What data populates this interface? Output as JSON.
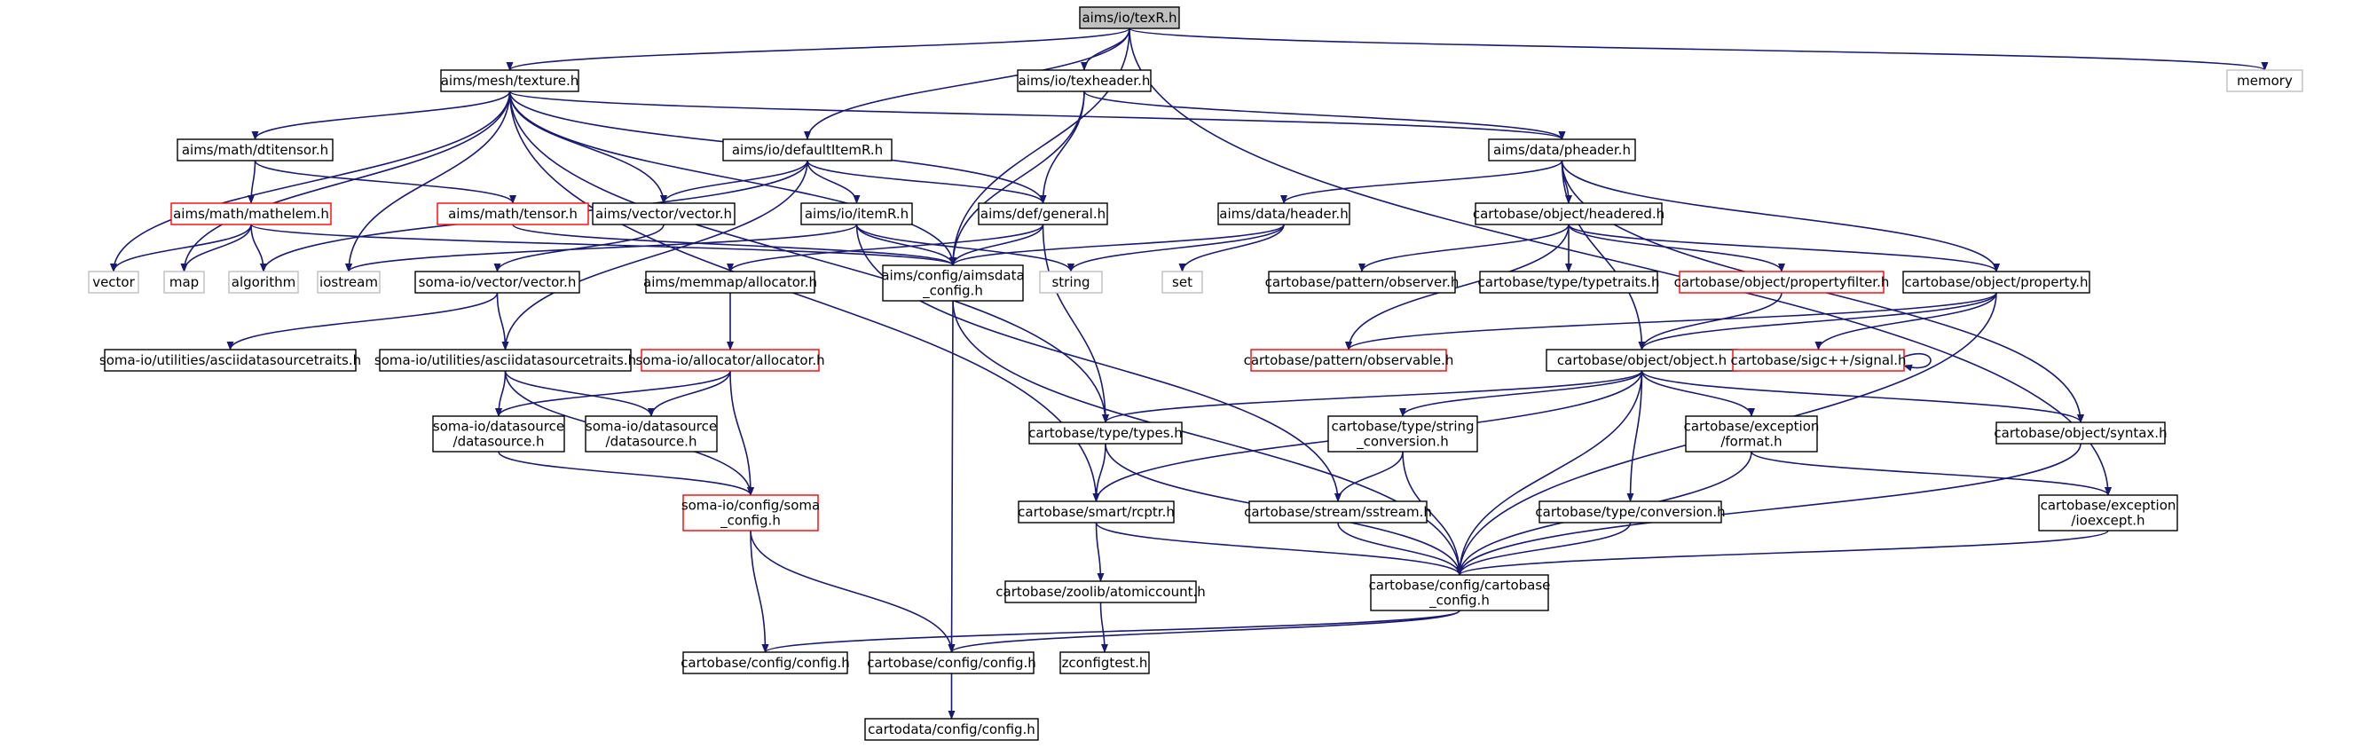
{
  "colors": {
    "edge": "#191970",
    "box_border": "#000000",
    "box_border_truncated": "#ff0000",
    "box_border_external": "#bfbfbf",
    "root_fill": "#bfbfbf",
    "box_fill": "#ffffff"
  },
  "nodes": [
    {
      "id": "texR",
      "lines": [
        "aims/io/texR.h"
      ],
      "style": "root"
    },
    {
      "id": "texture",
      "lines": [
        "aims/mesh/texture.h"
      ],
      "style": "normal"
    },
    {
      "id": "texheader",
      "lines": [
        "aims/io/texheader.h"
      ],
      "style": "normal"
    },
    {
      "id": "memory",
      "lines": [
        "memory"
      ],
      "style": "external"
    },
    {
      "id": "dtitensor",
      "lines": [
        "aims/math/dtitensor.h"
      ],
      "style": "normal"
    },
    {
      "id": "defaultItemR",
      "lines": [
        "aims/io/defaultItemR.h"
      ],
      "style": "normal"
    },
    {
      "id": "pheader",
      "lines": [
        "aims/data/pheader.h"
      ],
      "style": "normal"
    },
    {
      "id": "mathelem",
      "lines": [
        "aims/math/mathelem.h"
      ],
      "style": "truncated"
    },
    {
      "id": "tensor",
      "lines": [
        "aims/math/tensor.h"
      ],
      "style": "truncated"
    },
    {
      "id": "aimsvector",
      "lines": [
        "aims/vector/vector.h"
      ],
      "style": "normal"
    },
    {
      "id": "itemR",
      "lines": [
        "aims/io/itemR.h"
      ],
      "style": "normal"
    },
    {
      "id": "general",
      "lines": [
        "aims/def/general.h"
      ],
      "style": "normal"
    },
    {
      "id": "header",
      "lines": [
        "aims/data/header.h"
      ],
      "style": "normal"
    },
    {
      "id": "headered",
      "lines": [
        "cartobase/object/headered.h"
      ],
      "style": "normal"
    },
    {
      "id": "vector",
      "lines": [
        "vector"
      ],
      "style": "external"
    },
    {
      "id": "map",
      "lines": [
        "map"
      ],
      "style": "external"
    },
    {
      "id": "algorithm",
      "lines": [
        "algorithm"
      ],
      "style": "external"
    },
    {
      "id": "iostream",
      "lines": [
        "iostream"
      ],
      "style": "external"
    },
    {
      "id": "somavector",
      "lines": [
        "soma-io/vector/vector.h"
      ],
      "style": "normal"
    },
    {
      "id": "aimsdata_config",
      "lines": [
        "aims/config/aimsdata",
        "_config.h"
      ],
      "style": "normal"
    },
    {
      "id": "string",
      "lines": [
        "string"
      ],
      "style": "external"
    },
    {
      "id": "set",
      "lines": [
        "set"
      ],
      "style": "external"
    },
    {
      "id": "observer",
      "lines": [
        "cartobase/pattern/observer.h"
      ],
      "style": "normal"
    },
    {
      "id": "typetraits",
      "lines": [
        "cartobase/type/typetraits.h"
      ],
      "style": "normal"
    },
    {
      "id": "propertyfilter",
      "lines": [
        "cartobase/object/propertyfilter.h"
      ],
      "style": "truncated"
    },
    {
      "id": "property",
      "lines": [
        "cartobase/object/property.h"
      ],
      "style": "normal"
    },
    {
      "id": "memmap_allocator",
      "lines": [
        "aims/memmap/allocator.h"
      ],
      "style": "normal"
    },
    {
      "id": "utils_adst1",
      "lines": [
        "soma-io/utilities/asciidatasourcetraits.h"
      ],
      "style": "normal"
    },
    {
      "id": "utils_adst2",
      "lines": [
        "soma-io/utilities/asciidatasourcetraits.h"
      ],
      "style": "normal"
    },
    {
      "id": "soma_allocator",
      "lines": [
        "soma-io/allocator/allocator.h"
      ],
      "style": "truncated"
    },
    {
      "id": "observable",
      "lines": [
        "cartobase/pattern/observable.h"
      ],
      "style": "truncated"
    },
    {
      "id": "object",
      "lines": [
        "cartobase/object/object.h"
      ],
      "style": "normal"
    },
    {
      "id": "signal",
      "lines": [
        "cartobase/sigc++/signal.h"
      ],
      "style": "truncated"
    },
    {
      "id": "datasource1",
      "lines": [
        "soma-io/datasource",
        "/datasource.h"
      ],
      "style": "normal"
    },
    {
      "id": "datasource2",
      "lines": [
        "soma-io/datasource",
        "/datasource.h"
      ],
      "style": "normal"
    },
    {
      "id": "types",
      "lines": [
        "cartobase/type/types.h"
      ],
      "style": "normal"
    },
    {
      "id": "string_conversion",
      "lines": [
        "cartobase/type/string",
        "_conversion.h"
      ],
      "style": "normal"
    },
    {
      "id": "format",
      "lines": [
        "cartobase/exception",
        "/format.h"
      ],
      "style": "normal"
    },
    {
      "id": "syntax",
      "lines": [
        "cartobase/object/syntax.h"
      ],
      "style": "normal"
    },
    {
      "id": "soma_config",
      "lines": [
        "soma-io/config/soma",
        "_config.h"
      ],
      "style": "truncated"
    },
    {
      "id": "rcptr",
      "lines": [
        "cartobase/smart/rcptr.h"
      ],
      "style": "normal"
    },
    {
      "id": "sstream",
      "lines": [
        "cartobase/stream/sstream.h"
      ],
      "style": "normal"
    },
    {
      "id": "conversion",
      "lines": [
        "cartobase/type/conversion.h"
      ],
      "style": "normal"
    },
    {
      "id": "ioexcept",
      "lines": [
        "cartobase/exception",
        "/ioexcept.h"
      ],
      "style": "normal"
    },
    {
      "id": "atomiccount",
      "lines": [
        "cartobase/zoolib/atomiccount.h"
      ],
      "style": "normal"
    },
    {
      "id": "cartobase_config",
      "lines": [
        "cartobase/config/cartobase",
        "_config.h"
      ],
      "style": "normal"
    },
    {
      "id": "config_a",
      "lines": [
        "cartobase/config/config.h"
      ],
      "style": "normal"
    },
    {
      "id": "config_b",
      "lines": [
        "cartobase/config/config.h"
      ],
      "style": "normal"
    },
    {
      "id": "zconfigtest",
      "lines": [
        "zconfigtest.h"
      ],
      "style": "normal"
    },
    {
      "id": "cartodata_config",
      "lines": [
        "cartodata/config/config.h"
      ],
      "style": "normal"
    }
  ],
  "edges": [
    [
      "texR",
      "texture"
    ],
    [
      "texR",
      "texheader"
    ],
    [
      "texR",
      "memory"
    ],
    [
      "texR",
      "defaultItemR"
    ],
    [
      "texR",
      "aimsdata_config"
    ],
    [
      "texR",
      "ioexcept"
    ],
    [
      "texture",
      "dtitensor"
    ],
    [
      "texture",
      "vector"
    ],
    [
      "texture",
      "map"
    ],
    [
      "texture",
      "iostream"
    ],
    [
      "texture",
      "aimsvector"
    ],
    [
      "texture",
      "general"
    ],
    [
      "texture",
      "aimsdata_config"
    ],
    [
      "texture",
      "pheader"
    ],
    [
      "texture",
      "types"
    ],
    [
      "texture",
      "rcptr"
    ],
    [
      "texheader",
      "pheader"
    ],
    [
      "texheader",
      "general"
    ],
    [
      "texheader",
      "aimsdata_config"
    ],
    [
      "dtitensor",
      "mathelem"
    ],
    [
      "dtitensor",
      "tensor"
    ],
    [
      "mathelem",
      "vector"
    ],
    [
      "mathelem",
      "map"
    ],
    [
      "mathelem",
      "algorithm"
    ],
    [
      "mathelem",
      "aimsdata_config"
    ],
    [
      "tensor",
      "aimsdata_config"
    ],
    [
      "defaultItemR",
      "itemR"
    ],
    [
      "defaultItemR",
      "aimsvector"
    ],
    [
      "defaultItemR",
      "general"
    ],
    [
      "defaultItemR",
      "algorithm"
    ],
    [
      "defaultItemR",
      "utils_adst2"
    ],
    [
      "itemR",
      "aimsdata_config"
    ],
    [
      "itemR",
      "iostream"
    ],
    [
      "itemR",
      "string"
    ],
    [
      "itemR",
      "sstream"
    ],
    [
      "general",
      "aimsdata_config"
    ],
    [
      "general",
      "memmap_allocator"
    ],
    [
      "general",
      "types"
    ],
    [
      "aimsvector",
      "somavector"
    ],
    [
      "somavector",
      "utils_adst1"
    ],
    [
      "somavector",
      "utils_adst2"
    ],
    [
      "pheader",
      "header"
    ],
    [
      "pheader",
      "headered"
    ],
    [
      "pheader",
      "property"
    ],
    [
      "pheader",
      "syntax"
    ],
    [
      "pheader",
      "object"
    ],
    [
      "header",
      "aimsdata_config"
    ],
    [
      "header",
      "string"
    ],
    [
      "header",
      "set"
    ],
    [
      "headered",
      "observer"
    ],
    [
      "headered",
      "typetraits"
    ],
    [
      "headered",
      "propertyfilter"
    ],
    [
      "headered",
      "property"
    ],
    [
      "headered",
      "observable"
    ],
    [
      "propertyfilter",
      "object"
    ],
    [
      "property",
      "object"
    ],
    [
      "property",
      "signal"
    ],
    [
      "property",
      "observable"
    ],
    [
      "property",
      "cartobase_config"
    ],
    [
      "signal",
      "signal"
    ],
    [
      "memmap_allocator",
      "soma_allocator"
    ],
    [
      "soma_allocator",
      "datasource1"
    ],
    [
      "soma_allocator",
      "datasource2"
    ],
    [
      "soma_allocator",
      "soma_config"
    ],
    [
      "utils_adst2",
      "datasource1"
    ],
    [
      "utils_adst2",
      "datasource2"
    ],
    [
      "utils_adst2",
      "soma_config"
    ],
    [
      "datasource1",
      "soma_config"
    ],
    [
      "aimsdata_config",
      "config_b"
    ],
    [
      "aimsdata_config",
      "cartobase_config"
    ],
    [
      "object",
      "types"
    ],
    [
      "object",
      "string_conversion"
    ],
    [
      "object",
      "format"
    ],
    [
      "object",
      "syntax"
    ],
    [
      "object",
      "rcptr"
    ],
    [
      "object",
      "conversion"
    ],
    [
      "object",
      "cartobase_config"
    ],
    [
      "types",
      "rcptr"
    ],
    [
      "types",
      "cartobase_config"
    ],
    [
      "string_conversion",
      "sstream"
    ],
    [
      "string_conversion",
      "cartobase_config"
    ],
    [
      "format",
      "ioexcept"
    ],
    [
      "format",
      "cartobase_config"
    ],
    [
      "syntax",
      "cartobase_config"
    ],
    [
      "soma_config",
      "config_a"
    ],
    [
      "soma_config",
      "config_b"
    ],
    [
      "rcptr",
      "atomiccount"
    ],
    [
      "rcptr",
      "cartobase_config"
    ],
    [
      "sstream",
      "cartobase_config"
    ],
    [
      "conversion",
      "cartobase_config"
    ],
    [
      "ioexcept",
      "cartobase_config"
    ],
    [
      "atomiccount",
      "zconfigtest"
    ],
    [
      "cartobase_config",
      "config_a"
    ],
    [
      "cartobase_config",
      "config_b"
    ],
    [
      "config_b",
      "cartodata_config"
    ]
  ]
}
